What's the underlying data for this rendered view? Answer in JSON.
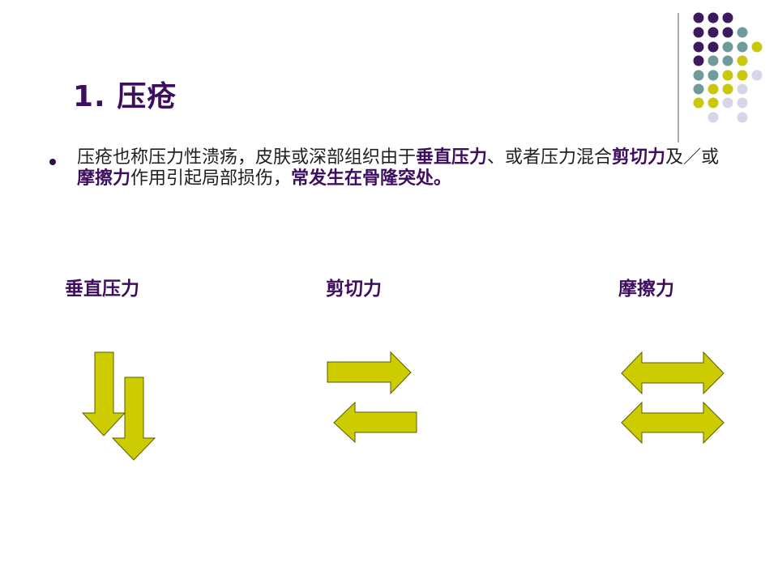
{
  "slide": {
    "title": "1. 压疮",
    "bullet": {
      "p1": "压疮也称压力性溃疡，皮肤或深部组织由于",
      "h1": "垂直压力",
      "p2": "、或者压力混合",
      "h2": "剪切力",
      "p3": "及／或",
      "h3": "摩擦力",
      "p4": "作用引起局部损伤，",
      "h4": "常发生在骨隆突处。"
    },
    "labels": {
      "vertical": "垂直压力",
      "shear": "剪切力",
      "friction": "摩擦力"
    }
  },
  "colors": {
    "title": "#3d0d5e",
    "arrow_fill": "#cccc00",
    "arrow_stroke": "#5c5c00",
    "dot_purple": "#3b1a5e",
    "dot_teal": "#6f9c9a",
    "dot_yellow": "#c9c80e",
    "dot_lavender": "#d6d6ea"
  }
}
